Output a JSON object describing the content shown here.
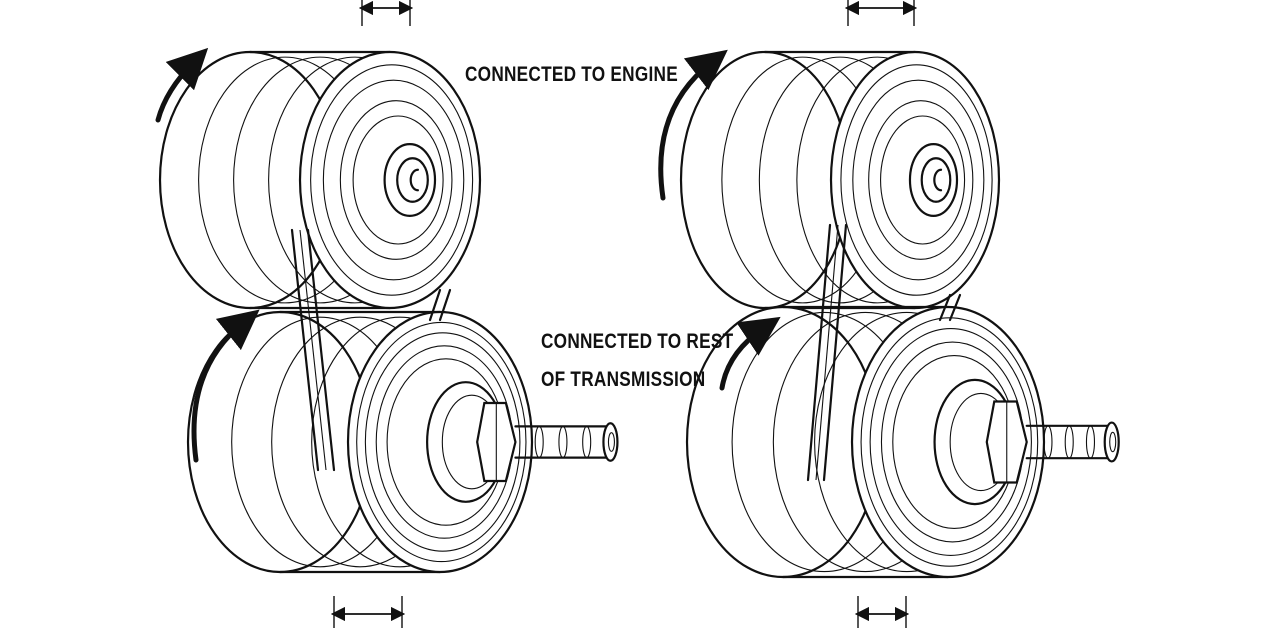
{
  "labels": {
    "engine": "CONNECTED TO ENGINE",
    "rest_line1": "CONNECTED TO REST",
    "rest_line2": "OF TRANSMISSION"
  },
  "colors": {
    "ink": "#111111",
    "background": "#ffffff"
  }
}
